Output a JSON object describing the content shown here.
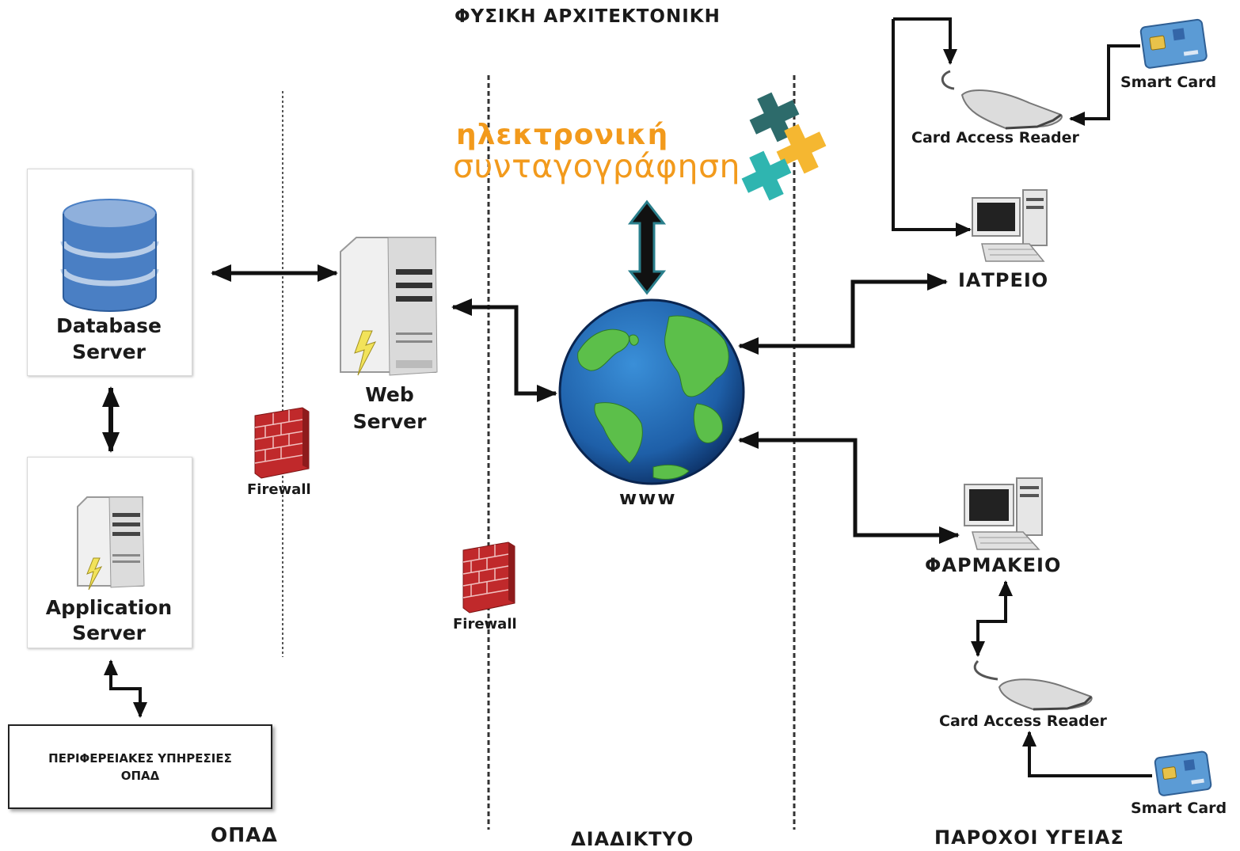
{
  "title": "ΦΥΣΙΚΗ ΑΡΧΙΤΕΚΤΟΝΙΚΗ",
  "logo": {
    "line1": "ηλεκτρονική",
    "line2": "συνταγογράφηση",
    "text_color": "#f29a1c",
    "cross_colors": [
      "#2d6b6b",
      "#f5b731",
      "#2fb5b0"
    ]
  },
  "zones": {
    "left": "ΟΠΑΔ",
    "middle": "ΔΙΑΔΙΚΤΥΟ",
    "right": "ΠΑΡΟΧΟΙ ΥΓΕΙΑΣ"
  },
  "nodes": {
    "database_server": {
      "line1": "Database",
      "line2": "Server",
      "icon": "database-icon"
    },
    "application_server": {
      "line1": "Application",
      "line2": "Server",
      "icon": "server-tower-icon"
    },
    "regional_services": {
      "line1": "ΠΕΡΙΦΕΡΕΙΑΚΕΣ ΥΠΗΡΕΣΙΕΣ",
      "line2": "ΟΠΑΔ"
    },
    "web_server": {
      "line1": "Web",
      "line2": "Server",
      "icon": "server-tower-icon"
    },
    "firewall_1": {
      "label": "Firewall",
      "icon": "firewall-icon"
    },
    "firewall_2": {
      "label": "Firewall",
      "icon": "firewall-icon"
    },
    "www": {
      "label": "www",
      "icon": "globe-icon"
    },
    "clinic": {
      "label": "ΙΑΤΡΕΙΟ",
      "icon": "desktop-computer-icon"
    },
    "pharmacy": {
      "label": "ΦΑΡΜΑΚΕΙΟ",
      "icon": "desktop-computer-icon"
    },
    "card_reader_top": {
      "label": "Card Access Reader",
      "icon": "card-reader-icon"
    },
    "card_reader_bottom": {
      "label": "Card Access Reader",
      "icon": "card-reader-icon"
    },
    "smart_card_top": {
      "label": "Smart Card",
      "icon": "smart-card-icon"
    },
    "smart_card_bottom": {
      "label": "Smart Card",
      "icon": "smart-card-icon"
    }
  },
  "colors": {
    "database_blue": "#4a7fc4",
    "globe_ocean": "#1e5fa8",
    "globe_land": "#5cbf4a",
    "firewall_red": "#c0292b",
    "arrow_teal": "#2a7f8c"
  }
}
